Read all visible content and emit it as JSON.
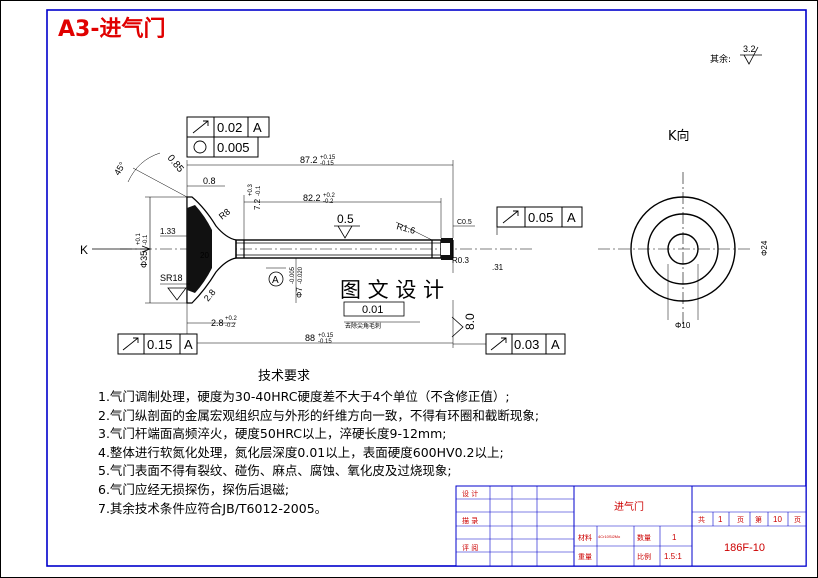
{
  "title": "A3-进气门",
  "watermark": "图 文 设 计",
  "view_label": "K向",
  "k_arrow": "K",
  "roughness": {
    "label": "其余:",
    "value": "3.2"
  },
  "fcf": {
    "top_a": {
      "value": "0.02",
      "datum": "A"
    },
    "top_b": {
      "value": "0.005"
    },
    "right": {
      "value": "0.05",
      "datum": "A"
    },
    "bottom_left": {
      "value": "0.15",
      "datum": "A"
    },
    "bottom_right": {
      "value": "0.03",
      "datum": "A"
    },
    "mid": {
      "value": "0.01"
    }
  },
  "dims": {
    "overall_top": {
      "base": "87.2",
      "upper": "+0.15",
      "lower": "-0.15"
    },
    "overall_bottom": {
      "base": "88",
      "upper": "+0.15",
      "lower": "-0.15"
    },
    "shank_len": {
      "base": "82.2",
      "upper": "+0.2",
      "lower": "-0.2"
    },
    "seat": "2.8",
    "seat_tol": {
      "base": "2.8",
      "upper": "+0.2",
      "lower": "-0.2"
    },
    "head_dia": {
      "base": "Φ35",
      "upper": "+0.1",
      "lower": "-0.1"
    },
    "stem_dia": {
      "base": "Φ7",
      "upper": "-0.005",
      "lower": "-0.020"
    },
    "groove_dia": "7.2",
    "groove_tol": {
      "upper": "+0.3",
      "lower": "-0.1"
    },
    "angle_45": "45°",
    "ang_r": "0.85",
    "r_08": "0.8",
    "r_133": "1.33",
    "r_r8": "R8",
    "r_20": "20",
    "r_sr18": "SR18",
    "r_05": "0.5",
    "r_r16": "R1.6",
    "r_c05": "C0.5",
    "r_r03": "R0.3",
    "r_031": ".31",
    "r_28b": "2.8",
    "r_80": "8.0",
    "datum_a": "A",
    "decarb": "去除尖角毛刺",
    "k_outer": "Φ24",
    "k_inner": "Φ10"
  },
  "notes": {
    "heading": "技术要求",
    "items": [
      "1.气门调制处理，硬度为30-40HRC硬度差不大于4个单位（不含修正值）;",
      "2.气门纵剖面的金属宏观组织应与外形的纤维方向一致，不得有环圈和截断现象;",
      "3.气门杆端面高频淬火，硬度50HRC以上，淬硬长度9-12mm;",
      "4.整体进行软氮化处理，氮化层深度0.01以上，表面硬度600HV0.2以上;",
      "5.气门表面不得有裂纹、碰伤、麻点、腐蚀、氧化皮及过烧现象;",
      "6.气门应经无损探伤，探伤后退磁;",
      "7.其余技术条件应符合JB/T6012-2005。"
    ]
  },
  "titleblock": {
    "design": "设 计",
    "check": "描 录",
    "review": "评 阅",
    "part_name": "进气门",
    "material_label": "材料",
    "material": "4Cr10Si2Mo",
    "qty_label": "数量",
    "qty": "1",
    "scale_label": "比例",
    "scale": "1.5:1",
    "weight_label": "重量",
    "sheet_total_pre": "共",
    "sheet_total": "1",
    "sheet_unit": "页",
    "sheet_no_pre": "第",
    "sheet_no": "10",
    "sheet_no_unit": "页",
    "drawing_no": "186F-10"
  }
}
